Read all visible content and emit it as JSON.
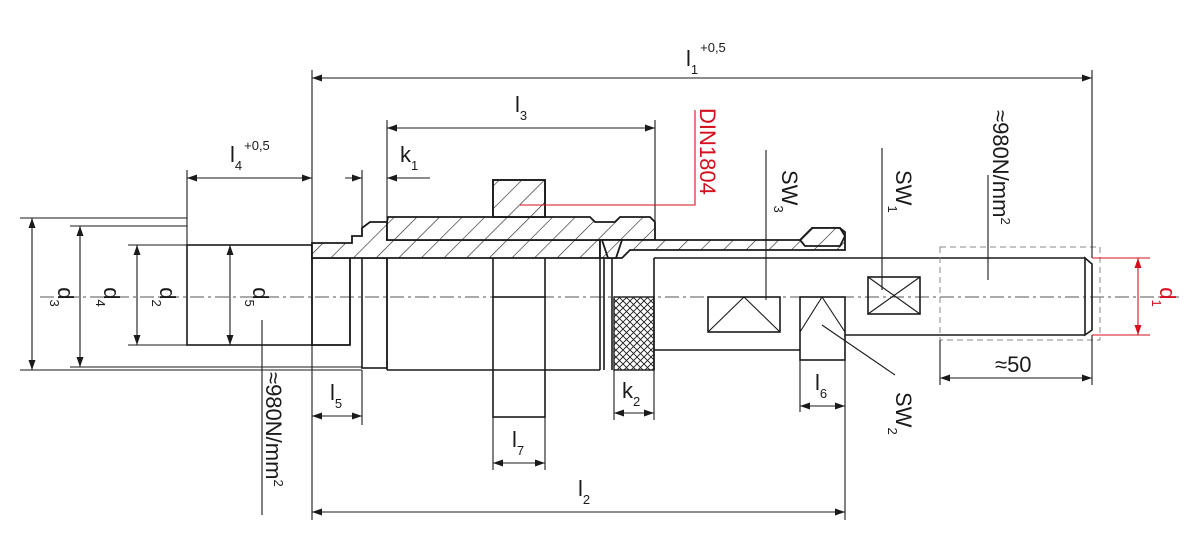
{
  "dimensions": {
    "l1": {
      "main": "l",
      "sub": "1",
      "sup": "+0,5"
    },
    "l2": {
      "main": "l",
      "sub": "2"
    },
    "l3": {
      "main": "l",
      "sub": "3"
    },
    "l4": {
      "main": "l",
      "sub": "4",
      "sup": "+0,5"
    },
    "l5": {
      "main": "l",
      "sub": "5"
    },
    "l6": {
      "main": "l",
      "sub": "6"
    },
    "l7": {
      "main": "l",
      "sub": "7"
    },
    "k1": {
      "main": "k",
      "sub": "1"
    },
    "k2": {
      "main": "k",
      "sub": "2"
    },
    "d1": {
      "main": "d",
      "sub": "1"
    },
    "d2": {
      "main": "d",
      "sub": "2"
    },
    "d3": {
      "main": "d",
      "sub": "3"
    },
    "d4": {
      "main": "d",
      "sub": "4"
    },
    "d5": {
      "main": "d",
      "sub": "5"
    },
    "approx50": "≈50"
  },
  "labels": {
    "sw1": {
      "main": "SW",
      "sub": "1"
    },
    "sw2": {
      "main": "SW",
      "sub": "2"
    },
    "sw3": {
      "main": "SW",
      "sub": "3"
    },
    "hardness_right": "≈980N/mm",
    "hardness_right_sup": "2",
    "hardness_left": "≈980N/mm",
    "hardness_left_sup": "2",
    "standard": "DIN1804"
  },
  "colors": {
    "standard_label": "#d4101e",
    "line": "#1a1a1a"
  }
}
